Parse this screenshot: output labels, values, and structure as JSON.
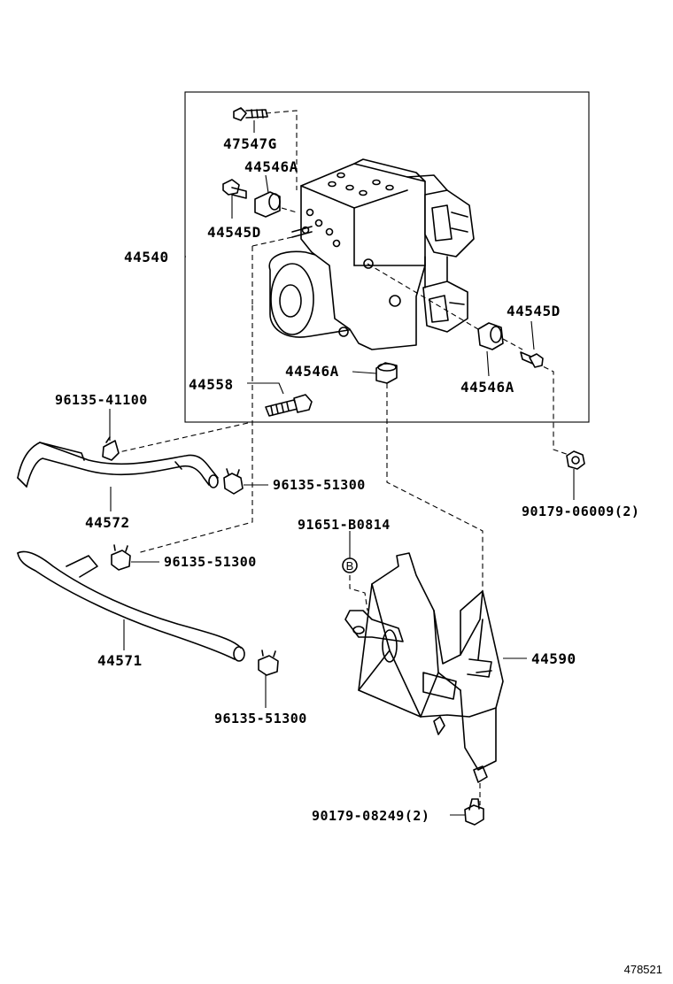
{
  "diagram": {
    "reference_number": "478521",
    "callout_badge": "B",
    "labels": {
      "p47547G": "47547G",
      "p44546A_top": "44546A",
      "p44545D_left": "44545D",
      "p44540": "44540",
      "p44545D_right": "44545D",
      "p44546A_mid": "44546A",
      "p44546A_right": "44546A",
      "p44558": "44558",
      "p96135_41100": "96135-41100",
      "p96135_51300_a": "96135-51300",
      "p44572": "44572",
      "p90179_06009": "90179-06009(2)",
      "p91651_B0814": "91651-B0814",
      "p96135_51300_b": "96135-51300",
      "p44590": "44590",
      "p44571": "44571",
      "p96135_51300_c": "96135-51300",
      "p90179_08249": "90179-08249(2)"
    }
  }
}
